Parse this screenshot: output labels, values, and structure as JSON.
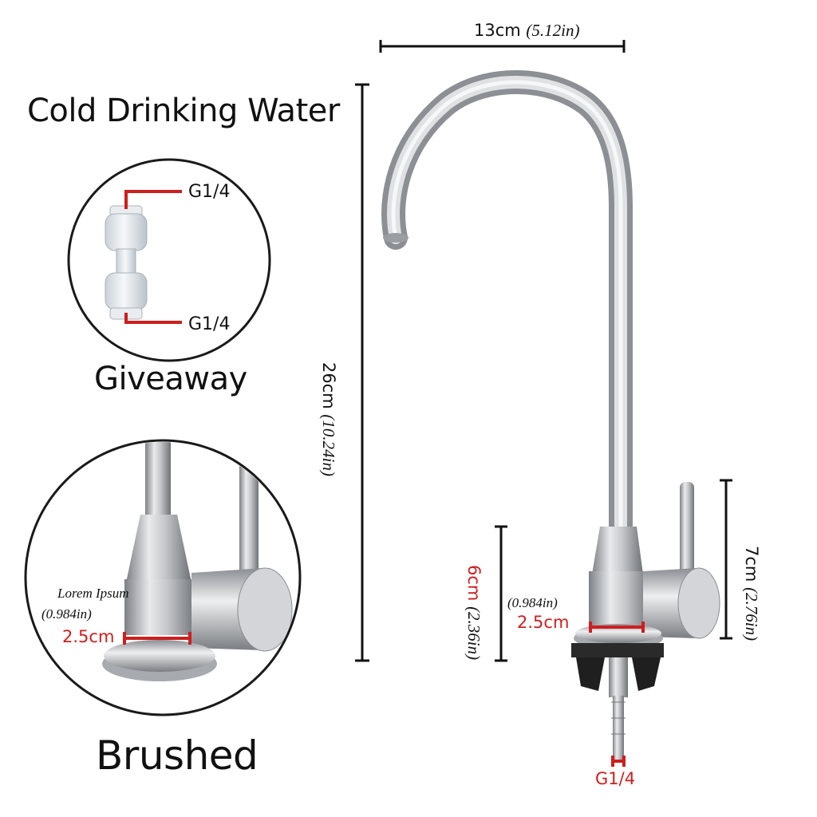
{
  "headline": "Cold Drinking Water",
  "giveaway_label": "Giveaway",
  "finish_label": "Brushed",
  "fitting_top_label": "G1/4",
  "fitting_bottom_label": "G1/4",
  "detail_note": "Lorem Ipsum",
  "detail_inch": "(0.984in)",
  "detail_cm": "2.5cm",
  "width_cm": "13cm",
  "width_in": "(5.12in)",
  "height_cm": "26cm",
  "height_in": "(10.24in)",
  "handle_cm": "7cm",
  "handle_in": "(2.76in)",
  "base_cm": "6cm",
  "base_in": "(2.36in)",
  "base_diam_in": "(0.984in)",
  "base_diam_cm": "2.5cm",
  "inlet_label": "G1/4",
  "colors": {
    "accent_red": "#cc1f1f",
    "steel": "#b9bcbf",
    "line": "#111111"
  }
}
